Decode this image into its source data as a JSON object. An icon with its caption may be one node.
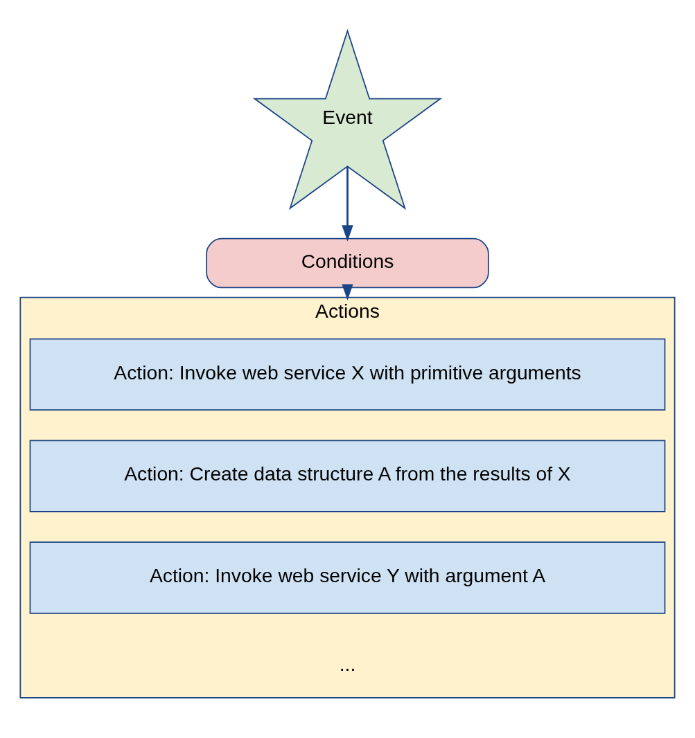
{
  "diagram": {
    "nodes": [
      {
        "text": [
          "Event"
        ]
      },
      {
        "text": [
          "Conditions"
        ]
      },
      {
        "text": [
          "Actions"
        ]
      },
      {
        "text": [
          "Action: Invoke web service X with primitive arguments"
        ],
        "in": 2
      },
      {
        "text": [
          "Action: Create data structure A from the results of X"
        ],
        "in": 2
      },
      {
        "text": [
          "Action: Invoke web service Y with argument A"
        ],
        "in": 2
      }
    ],
    "edges": [
      {
        "from": 0,
        "to": 1,
        "arrow": "to"
      },
      {
        "from": 1,
        "to": 2,
        "arrow": "to"
      }
    ],
    "labels": [
      "..."
    ]
  }
}
